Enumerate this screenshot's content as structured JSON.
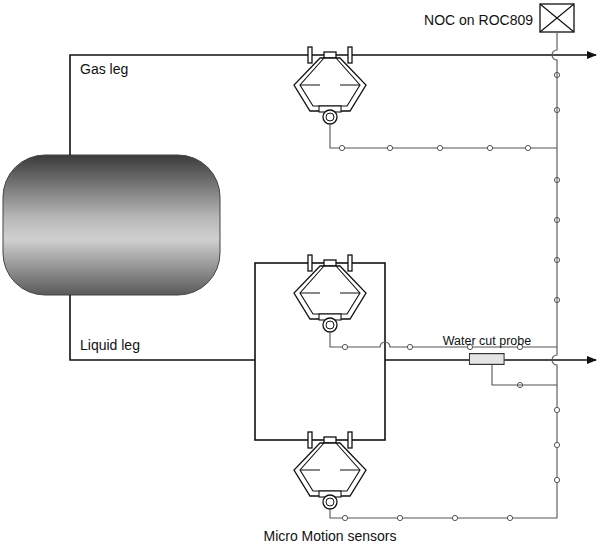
{
  "diagram": {
    "caption": "Micro Motion sensors",
    "nodes": [
      {
        "text": [
          "NOC on ROC809"
        ]
      },
      {
        "text": [
          "Water cut probe"
        ]
      }
    ],
    "edges": [
      {
        "from": 1,
        "to": 0,
        "arrow": "none"
      }
    ],
    "labels": [
      "Gas leg",
      "Liquid leg"
    ]
  }
}
